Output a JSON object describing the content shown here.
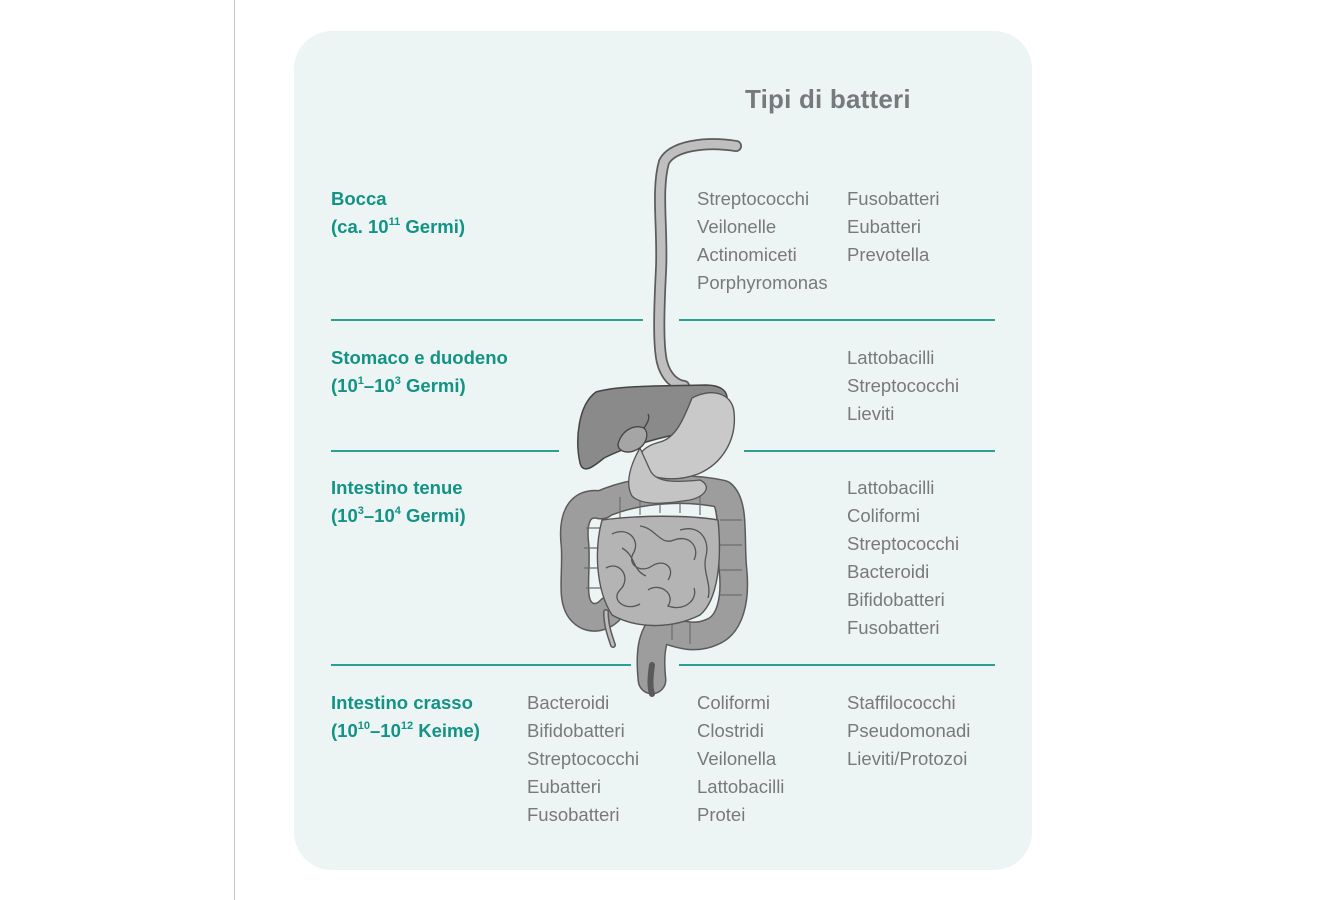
{
  "title": "Tipi di batteri",
  "colors": {
    "panel_background": "#ecf5f3",
    "label_color": "#139286",
    "text_color": "#777a7c",
    "divider_color": "#2e9d94",
    "organ_fill": "#9a9a9a"
  },
  "illustration": "digestive-tract-illustration",
  "sections": [
    {
      "name": "Bocca",
      "count": {
        "prefix": "(ca. 10",
        "exp": "11",
        "suffix": " Germi)"
      },
      "columns": [
        [
          "Streptococchi",
          "Veilonelle",
          "Actinomiceti",
          "Porphyromonas"
        ],
        [
          "Fusobatteri",
          "Eubatteri",
          "Prevotella"
        ]
      ]
    },
    {
      "name": "Stomaco e duodeno",
      "count": {
        "a": "(10",
        "exp1": "1",
        "mid": "–10",
        "exp2": "3",
        "suffix": " Germi)"
      },
      "columns": [
        [
          "Lattobacilli",
          "Streptococchi",
          "Lieviti"
        ]
      ]
    },
    {
      "name": "Intestino tenue",
      "count": {
        "a": "(10",
        "exp1": "3",
        "mid": "–10",
        "exp2": "4",
        "suffix": " Germi)"
      },
      "columns": [
        [
          "Lattobacilli",
          "Coliformi",
          "Streptococchi",
          "Bacteroidi",
          "Bifidobatteri",
          "Fusobatteri"
        ]
      ]
    },
    {
      "name": "Intestino crasso",
      "count": {
        "a": "(10",
        "exp1": "10",
        "mid": "–10",
        "exp2": "12",
        "suffix": " Keime)"
      },
      "columns": [
        [
          "Bacteroidi",
          "Bifidobatteri",
          "Streptococchi",
          "Eubatteri",
          "Fusobatteri"
        ],
        [
          "Coliformi",
          "Clostridi",
          "Veilonella",
          "Lattobacilli",
          "Protei"
        ],
        [
          "Staffilococchi",
          "Pseudomonadi",
          "Lieviti/Protozoi"
        ]
      ]
    }
  ]
}
